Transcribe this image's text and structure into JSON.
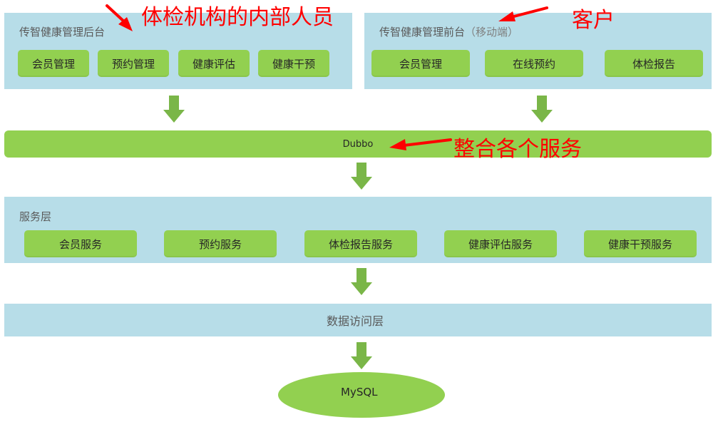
{
  "backend": {
    "title": "传智健康管理后台",
    "buttons": [
      "会员管理",
      "预约管理",
      "健康评估",
      "健康干预"
    ]
  },
  "frontend": {
    "title": "传智健康管理前台",
    "subtitle": "（移动端）",
    "buttons": [
      "会员管理",
      "在线预约",
      "体检报告"
    ]
  },
  "dubbo": {
    "label": "Dubbo"
  },
  "service_layer": {
    "title": "服务层",
    "buttons": [
      "会员服务",
      "预约服务",
      "体检报告服务",
      "健康评估服务",
      "健康干预服务"
    ]
  },
  "data_access": {
    "label": "数据访问层"
  },
  "database": {
    "label": "MySQL"
  },
  "annotations": {
    "internal_staff": "体检机构的内部人员",
    "customer": "客户",
    "integrate": "整合各个服务"
  },
  "colors": {
    "panel": "#b7dde8",
    "button": "#92d050",
    "arrow": "#7ab648",
    "annotation": "#ff0000"
  }
}
